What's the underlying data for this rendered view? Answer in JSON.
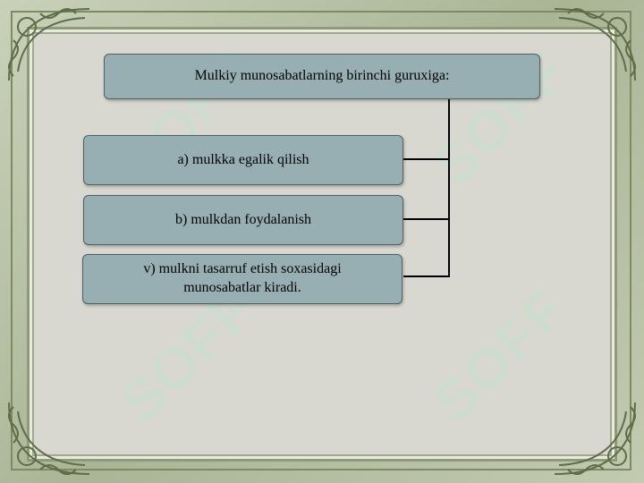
{
  "diagram": {
    "root": {
      "label": "Mulkiy munosabatlarning birinchi guruxiga:"
    },
    "items": [
      {
        "label": "a) mulkka egalik qilish"
      },
      {
        "label": "b) mulkdan foydalanish"
      },
      {
        "label": "v) mulkni tasarruf etish  soxasidagi munosabatlar kiradi."
      }
    ]
  },
  "watermark": {
    "text": "SOFF"
  },
  "colors": {
    "box_fill": "#97afb3",
    "box_border": "#4f6163",
    "connector": "#000000",
    "page_background": "#d8d8d1",
    "frame": "#aab596"
  }
}
